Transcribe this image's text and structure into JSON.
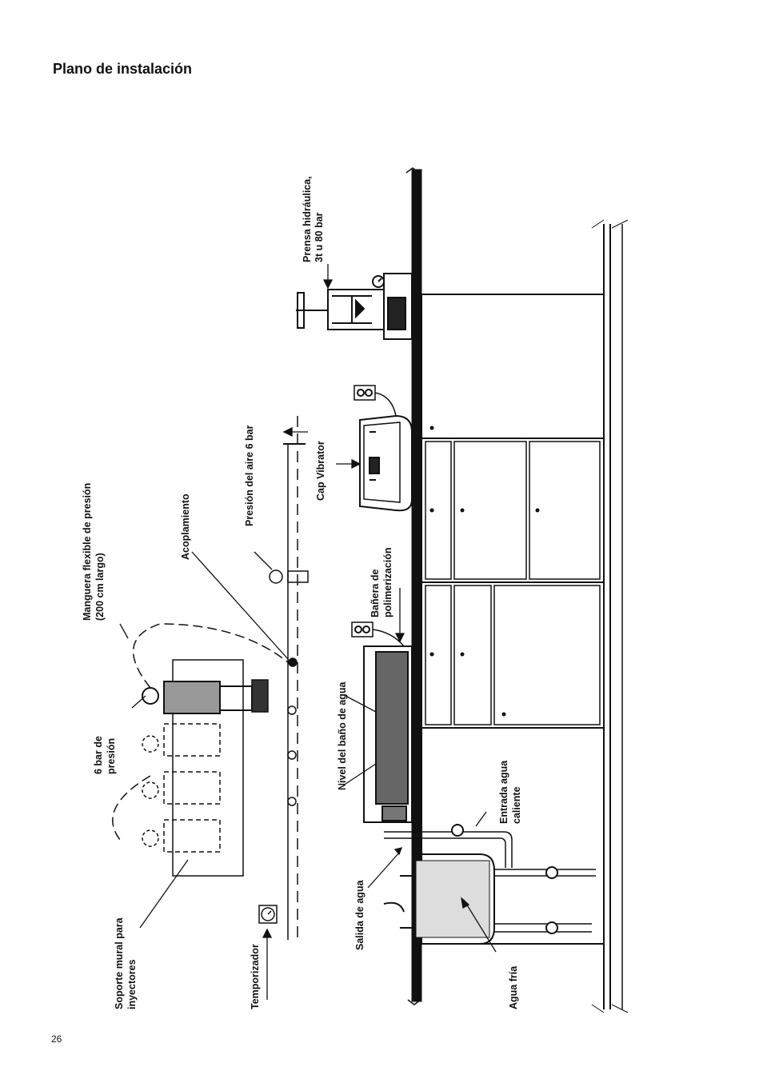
{
  "page": {
    "title": "Plano de instalación",
    "page_number": "26"
  },
  "labels": {
    "prensa_1": "Prensa hidráulica,",
    "prensa_2": "3t u 80 bar",
    "cap_vibrator": "Cap Vibrator",
    "presion_aire": "Presión del aire 6 bar",
    "acoplamiento": "Acoplamiento",
    "manguera_1": "Manguera flexible de presión",
    "manguera_2": "(200 cm largo)",
    "banera_1": "Bañera de",
    "banera_2": "polimerización",
    "nivel_bano": "Nivel del baño de agua",
    "bar_presion_1": "6 bar de",
    "bar_presion_2": "presión",
    "entrada_1": "Entrada agua",
    "entrada_2": "caliente",
    "salida_agua": "Salida de agua",
    "soporte_1": "Soporte mural para",
    "soporte_2": "inyectores",
    "temporizador": "Temporizador",
    "agua_fria": "Agua fría"
  }
}
